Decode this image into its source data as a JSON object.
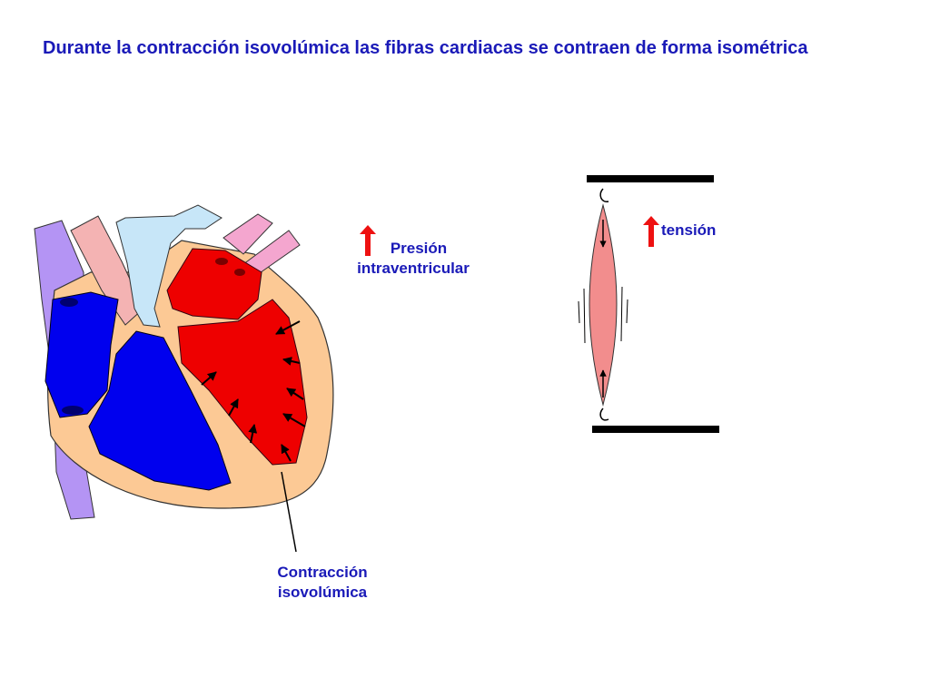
{
  "slide": {
    "title": "Durante la contracción isovolúmica las fibras cardiacas se contraen de forma isométrica"
  },
  "labels": {
    "pressure_line1": "Presión",
    "pressure_line2": "intraventricular",
    "tension": "tensión",
    "contraction_line1": "Contracción",
    "contraction_line2": "isovolúmica"
  },
  "colors": {
    "text": "#1a1ab8",
    "ventricle_right": "#0000ee",
    "ventricle_left": "#ee0000",
    "myocardium": "#fcc995",
    "vena_cava": "#b494f4",
    "aorta": "#c7e6f8",
    "pulmonary_artery": "#f4b3b3",
    "pulmonary_veins": "#f4a6cf",
    "muscle_fiber": "#f28d8d",
    "increase_arrow": "#ee1111"
  }
}
